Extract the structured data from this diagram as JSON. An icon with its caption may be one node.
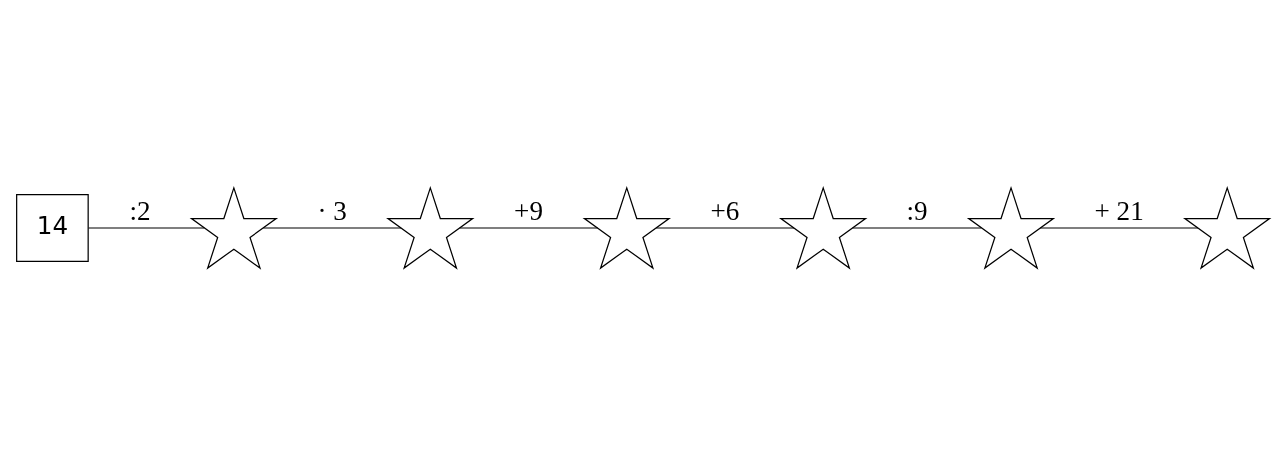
{
  "diagram": {
    "nodes": [
      {
        "text": [
          "14"
        ]
      },
      {
        "text": [],
        "shape": "star"
      },
      {
        "text": [],
        "shape": "star"
      },
      {
        "text": [],
        "shape": "star"
      },
      {
        "text": [],
        "shape": "star"
      },
      {
        "text": [],
        "shape": "star"
      },
      {
        "text": [],
        "shape": "star"
      }
    ],
    "edges": [
      {
        "from": 0,
        "to": 1,
        "arrow": "none",
        "label": ":2"
      },
      {
        "from": 1,
        "to": 2,
        "arrow": "none",
        "label": "· 3"
      },
      {
        "from": 2,
        "to": 3,
        "arrow": "none",
        "label": "+9"
      },
      {
        "from": 3,
        "to": 4,
        "arrow": "none",
        "label": "+6"
      },
      {
        "from": 4,
        "to": 5,
        "arrow": "none",
        "label": ":9"
      },
      {
        "from": 5,
        "to": 6,
        "arrow": "none",
        "label": "+ 21"
      }
    ]
  }
}
